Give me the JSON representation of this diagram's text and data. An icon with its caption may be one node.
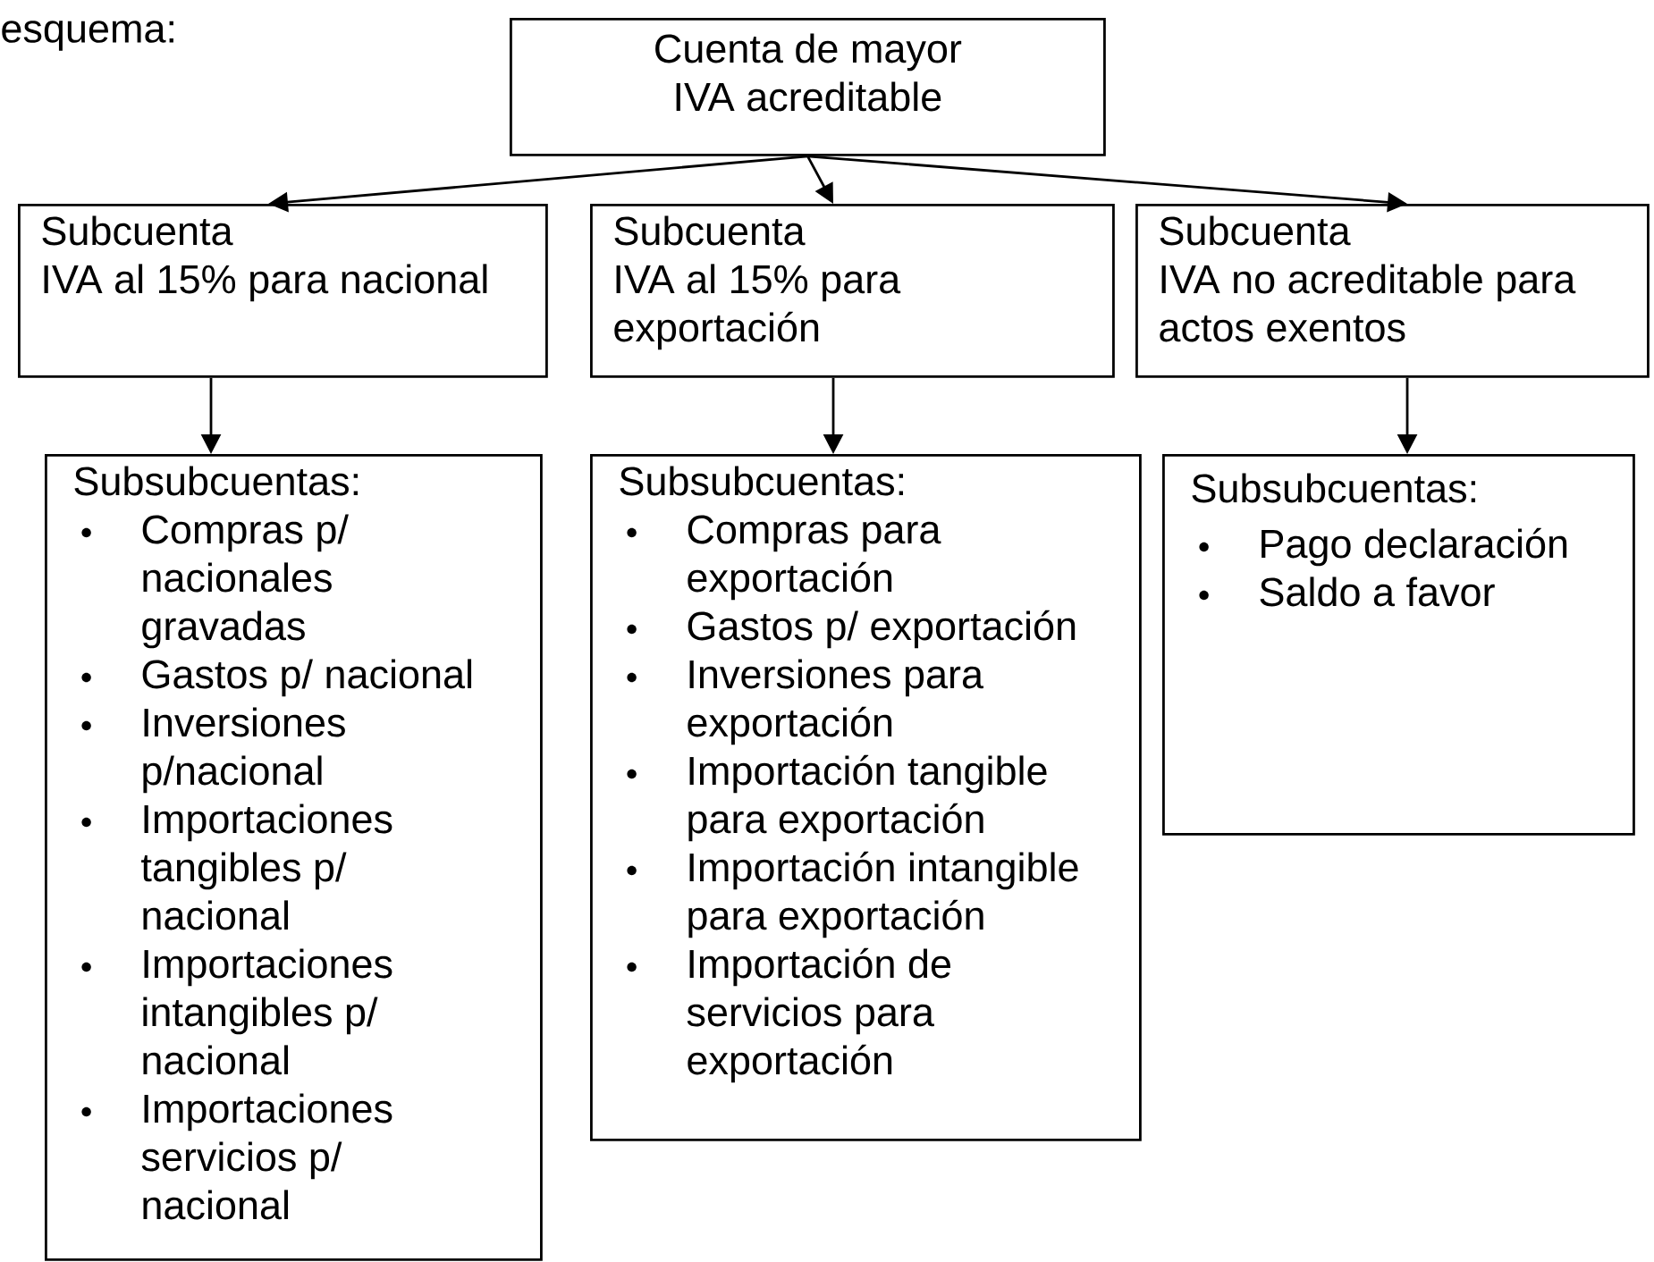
{
  "diagram": {
    "nodes": [
      {
        "text": [
          "Cuenta de mayor IVA acreditable"
        ]
      },
      {
        "text": [
          "Subcuenta",
          "IVA al 15% para nacional"
        ]
      },
      {
        "text": [
          "Subcuenta",
          "IVA al 15% para exportación"
        ]
      },
      {
        "text": [
          "Subcuenta",
          "IVA no acreditable para actos exentos"
        ]
      },
      {
        "text": [
          "Subsubcuentas:",
          "Compras p/ nacionales gravadas",
          "Gastos p/ nacional",
          "Inversiones p/nacional",
          "Importaciones tangibles p/ nacional",
          "Importaciones intangibles p/ nacional",
          "Importaciones servicios p/ nacional"
        ]
      },
      {
        "text": [
          "Subsubcuentas:",
          "Compras para exportación",
          "Gastos p/ exportación",
          "Inversiones para exportación",
          "Importación tangible para exportación",
          "Importación intangible para exportación",
          "Importación de servicios para exportación"
        ]
      },
      {
        "text": [
          "Subsubcuentas:",
          "Pago declaración",
          "Saldo a favor"
        ]
      }
    ],
    "edges": [
      {
        "from": 0,
        "to": 1,
        "arrow": "to"
      },
      {
        "from": 0,
        "to": 2,
        "arrow": "to"
      },
      {
        "from": 0,
        "to": 3,
        "arrow": "to"
      },
      {
        "from": 1,
        "to": 4,
        "arrow": "to"
      },
      {
        "from": 2,
        "to": 5,
        "arrow": "to"
      },
      {
        "from": 3,
        "to": 6,
        "arrow": "to"
      }
    ],
    "labels": [
      "esquema:"
    ]
  }
}
